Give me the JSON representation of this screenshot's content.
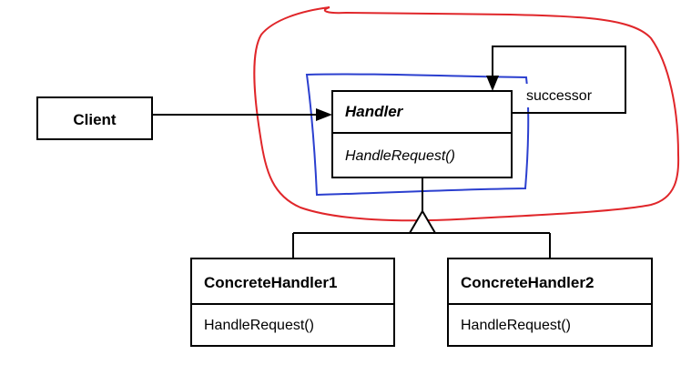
{
  "classes": {
    "client": {
      "name": "Client"
    },
    "handler": {
      "name": "Handler",
      "operation": "HandleRequest()"
    },
    "concrete1": {
      "name": "ConcreteHandler1",
      "operation": "HandleRequest()"
    },
    "concrete2": {
      "name": "ConcreteHandler2",
      "operation": "HandleRequest()"
    }
  },
  "associations": {
    "successor": {
      "label": "successor"
    }
  },
  "annotations": {
    "outer_circle_color": "#e0262a",
    "inner_box_color": "#2b3fcf"
  }
}
